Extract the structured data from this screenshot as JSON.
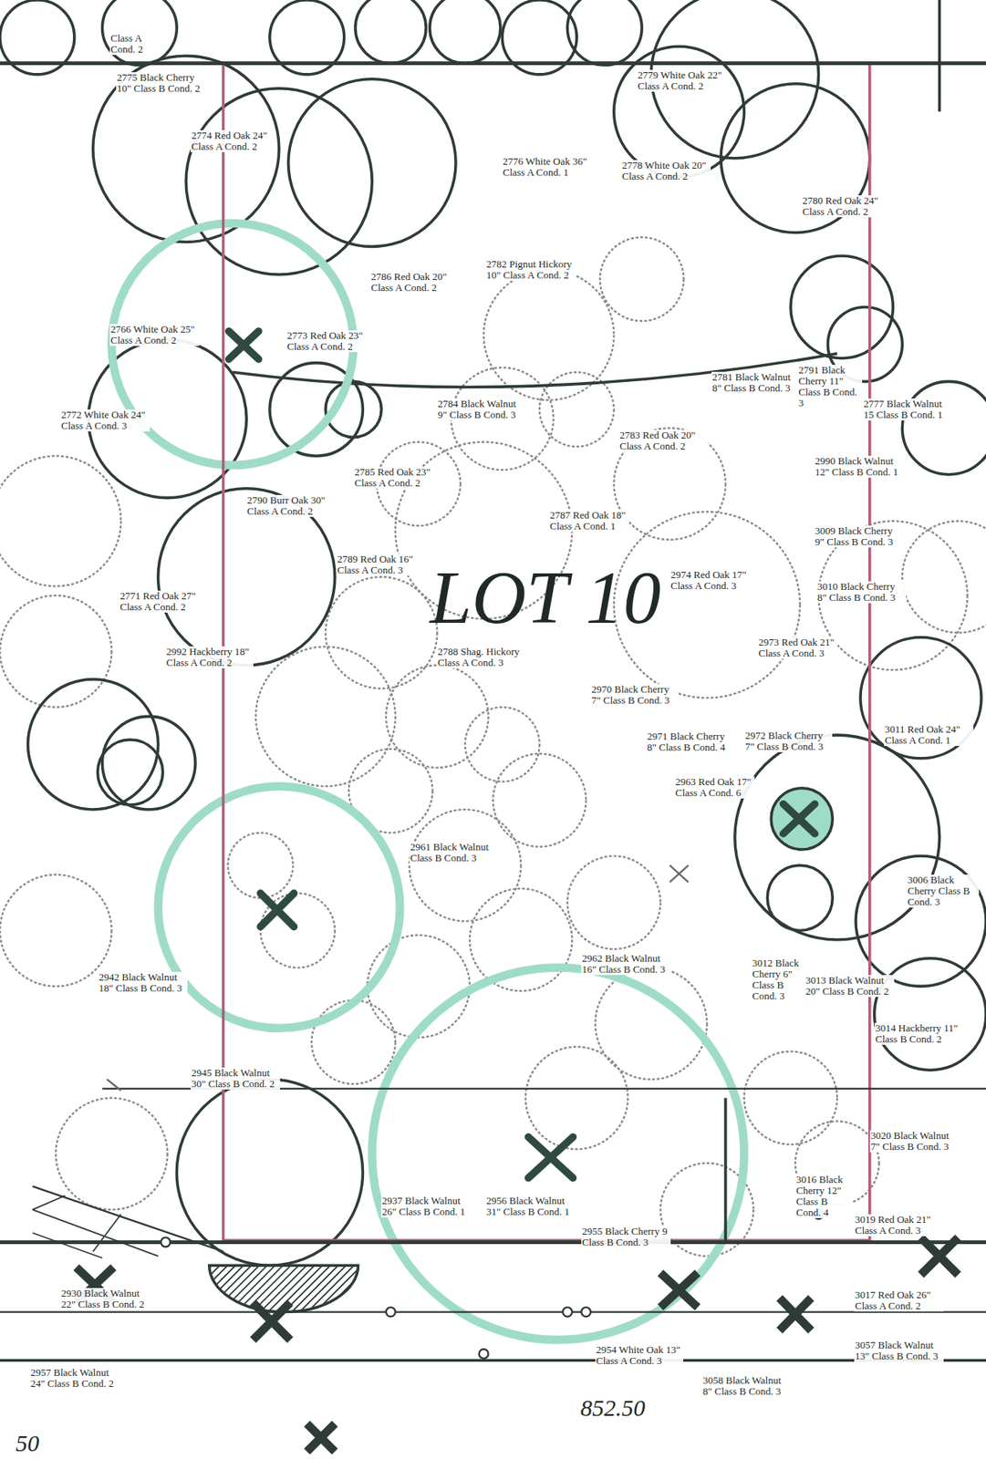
{
  "diagram": {
    "labels": [
      "Class A Cond. 2",
      "2775 Black Cherry 10\" Class B Cond. 2",
      "2774 Red Oak 24\" Class A Cond. 2",
      "2779 White Oak 22\" Class A Cond. 2",
      "2778 White Oak 20\" Class A Cond. 2",
      "2776 White Oak 36\" Class A Cond. 1",
      "2780 Red Oak 24\" Class A Cond. 2",
      "2782 Pignut Hickory 10\" Class A Cond. 2",
      "2786 Red Oak 20\" Class A Cond. 2",
      "2766 White Oak 25\" Class A Cond. 2",
      "2773 Red Oak 23\" Class A Cond. 2",
      "2772 White Oak 24\" Class A Cond. 3",
      "2784 Black Walnut 9\" Class B Cond. 3",
      "2781 Black Walnut 8\" Class B Cond. 3",
      "2791 Black Cherry 11\" Class B Cond. 3",
      "2777 Black Walnut 15 Class B Cond. 1",
      "2783 Red Oak 20\" Class A Cond. 2",
      "2785 Red Oak 23\" Class A Cond. 2",
      "2990 Black Walnut 12\" Class B Cond. 1",
      "2790 Burr Oak 30\" Class A Cond. 2",
      "2787 Red Oak 18\" Class A Cond. 1",
      "3009 Black Cherry 9\" Class B Cond. 3",
      "2789 Red Oak 16\" Class A Cond. 3",
      "2974 Red Oak 17\" Class A Cond. 3",
      "3010 Black Cherry 8\" Class B Cond. 3",
      "2771 Red Oak 27\" Class A Cond. 2",
      "LOT 10",
      "2788 Shag. Hickory Class A Cond. 3",
      "2992 Hackberry 18\" Class A Cond. 2",
      "2973 Red Oak 21\" Class A Cond. 3",
      "2970 Black Cherry 7\" Class B Cond. 3",
      "2971 Black Cherry 8\" Class B Cond. 4",
      "2972 Black Cherry 7\" Class B Cond. 3",
      "3011 Red Oak 24\" Class A Cond. 1",
      "2963 Red Oak 17\" Class A Cond. 6",
      "2961 Black Walnut Class B Cond. 3",
      "3006 Black Cherry Class B Cond. 3",
      "2942 Black Walnut 18\" Class B Cond. 3",
      "2962 Black Walnut 16\" Class B Cond. 3",
      "3012 Black Cherry 6\" Class B Cond. 3",
      "3013 Black Walnut 20\" Class B Cond. 2",
      "3014 Hackberry 11\" Class B Cond. 2",
      "2945 Black Walnut 30\" Class B Cond. 2",
      "3020 Black Walnut 7\" Class B Cond. 3",
      "3016 Black Cherry 12\" Class B Cond. 4",
      "3019 Red Oak 21\" Class A Cond. 3",
      "2937 Black Walnut 26\" Class B Cond. 1",
      "2956 Black Walnut 31\" Class B Cond. 1",
      "2955 Black Cherry 9 Class B Cond. 3",
      "2930 Black Walnut 22\" Class B Cond. 2",
      "2954 White Oak 13\" Class A Cond. 3",
      "3017 Red Oak 26\" Class A Cond. 2",
      "3058 Black Walnut 8\" Class B Cond. 3",
      "3057 Black Walnut 13\" Class B Cond. 3",
      "2957 Black Walnut 24\" Class B Cond. 2",
      "852.50",
      "50"
    ]
  }
}
